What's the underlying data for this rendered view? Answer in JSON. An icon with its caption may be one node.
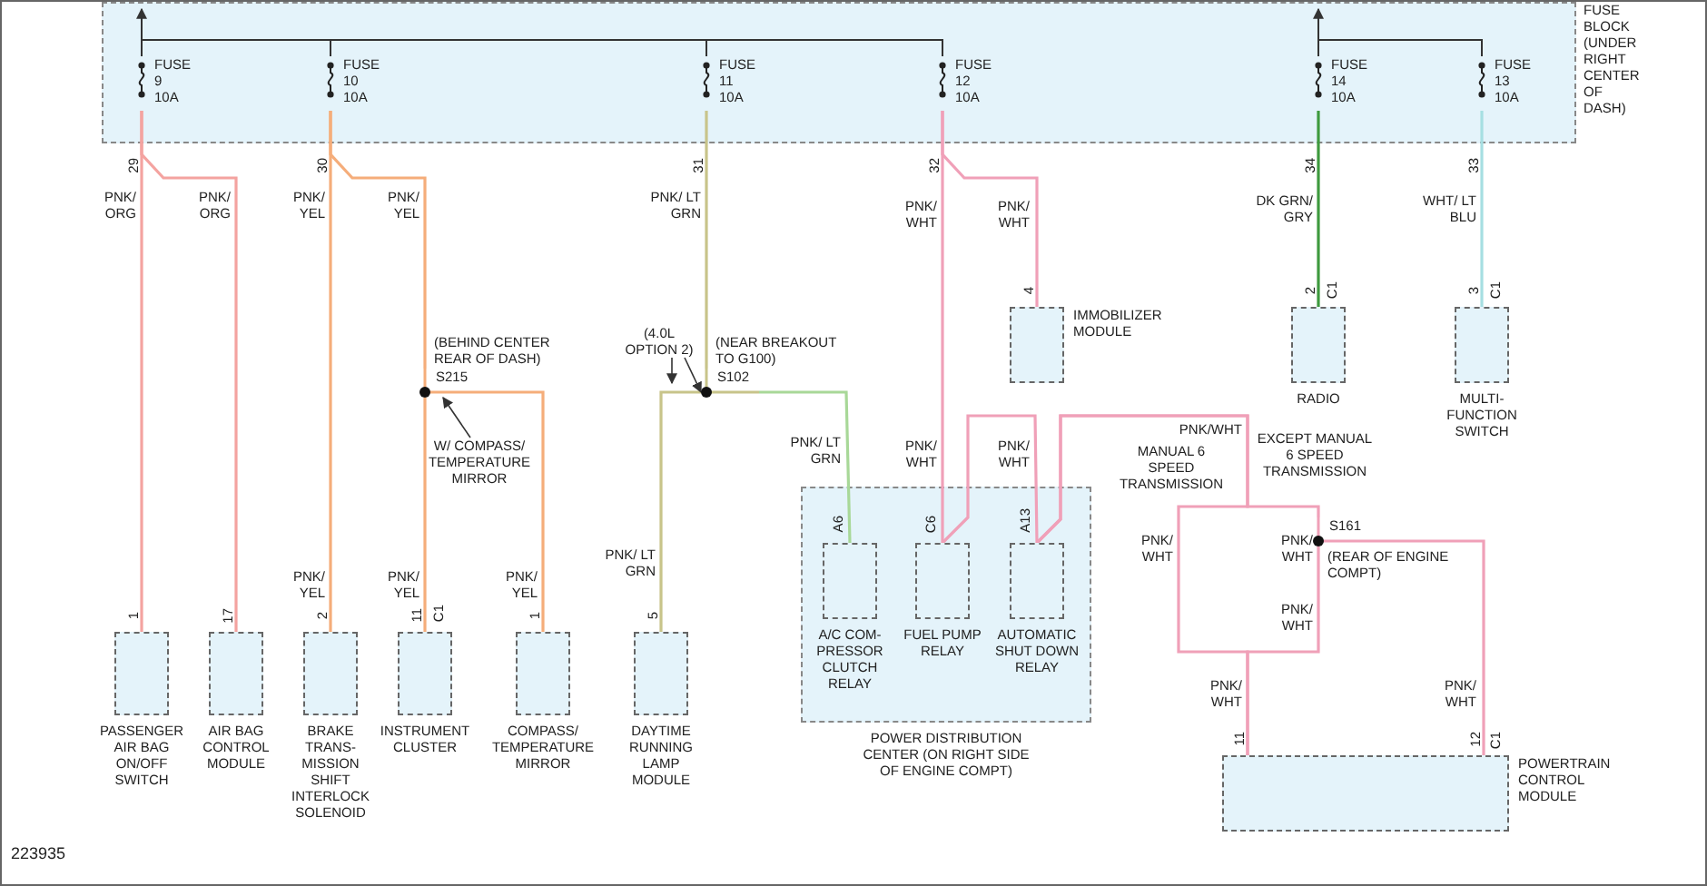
{
  "diagram": {
    "nodes": [
      {
        "text": [
          "FUSE BLOCK (UNDER RIGHT CENTER OF DASH)"
        ]
      },
      {
        "text": [
          "FUSE 9 10A"
        ],
        "in": 0
      },
      {
        "text": [
          "FUSE 10 10A"
        ],
        "in": 0
      },
      {
        "text": [
          "FUSE 11 10A"
        ],
        "in": 0
      },
      {
        "text": [
          "FUSE 12 10A"
        ],
        "in": 0
      },
      {
        "text": [
          "FUSE 14 10A"
        ],
        "in": 0
      },
      {
        "text": [
          "FUSE 13 10A"
        ],
        "in": 0
      },
      {
        "text": [
          "S215"
        ],
        "beside": [
          "(BEHIND CENTER REAR OF DASH)"
        ]
      },
      {
        "text": [
          "(4.0L OPTION 2)"
        ]
      },
      {
        "text": [
          "S102"
        ],
        "beside": [
          "(NEAR BREAKOUT TO G100)"
        ]
      },
      {
        "text": [
          "IMMOBILIZER MODULE"
        ]
      },
      {
        "text": [
          "RADIO"
        ]
      },
      {
        "text": [
          "MULTI- FUNCTION SWITCH"
        ]
      },
      {
        "text": [
          "W/ COMPASS/ TEMPERATURE MIRROR"
        ]
      },
      {
        "text": [
          "POWER DISTRIBUTION CENTER (ON RIGHT SIDE OF ENGINE COMPT)"
        ]
      },
      {
        "text": [
          "A/C COM- PRESSOR CLUTCH RELAY"
        ],
        "in": 14
      },
      {
        "text": [
          "FUEL PUMP RELAY"
        ],
        "in": 14
      },
      {
        "text": [
          "AUTOMATIC SHUT DOWN RELAY"
        ],
        "in": 14
      },
      {
        "text": [
          "S161"
        ],
        "beside": [
          "(REAR OF ENGINE COMPT)"
        ]
      },
      {
        "text": [
          "PASSENGER AIR BAG ON/OFF SWITCH"
        ]
      },
      {
        "text": [
          "AIR BAG CONTROL MODULE"
        ]
      },
      {
        "text": [
          "BRAKE TRANS- MISSION SHIFT INTERLOCK SOLENOID"
        ]
      },
      {
        "text": [
          "INSTRUMENT CLUSTER"
        ]
      },
      {
        "text": [
          "COMPASS/ TEMPERATURE MIRROR"
        ]
      },
      {
        "text": [
          "DAYTIME RUNNING LAMP MODULE"
        ]
      },
      {
        "text": [
          "POWERTRAIN CONTROL MODULE"
        ]
      }
    ],
    "edges": [
      {
        "from": 1,
        "to": 19,
        "arrow": "none",
        "label": "PNK/ ORG",
        "color": "#f4a3a0"
      },
      {
        "from": 1,
        "to": 20,
        "arrow": "none",
        "label": "PNK/ ORG",
        "color": "#f4a3a0"
      },
      {
        "from": 2,
        "to": 21,
        "arrow": "none",
        "label": "PNK/ YEL",
        "color": "#f5ad7a"
      },
      {
        "from": 2,
        "to": 7,
        "arrow": "none",
        "label": "PNK/ YEL",
        "color": "#f5ad7a"
      },
      {
        "from": 7,
        "to": 22,
        "arrow": "none",
        "label": "PNK/ YEL",
        "color": "#f5ad7a"
      },
      {
        "from": 7,
        "to": 23,
        "arrow": "none",
        "label": "PNK/ YEL",
        "color": "#f5ad7a"
      },
      {
        "from": 3,
        "to": 9,
        "arrow": "none",
        "label": "PNK/ LT GRN",
        "color": "#c8c48a"
      },
      {
        "from": 9,
        "to": 24,
        "arrow": "none",
        "label": "PNK/ LT GRN",
        "color": "#c8c48a"
      },
      {
        "from": 9,
        "to": 15,
        "arrow": "none",
        "label": "PNK/ LT GRN",
        "color": "#a8d898"
      },
      {
        "from": 4,
        "to": 16,
        "arrow": "none",
        "label": "PNK/ WHT",
        "color": "#f0a0b8"
      },
      {
        "from": 4,
        "to": 10,
        "arrow": "none",
        "label": "PNK/ WHT",
        "color": "#f0a0b8"
      },
      {
        "from": 16,
        "to": 17,
        "arrow": "none",
        "label": "PNK/ WHT",
        "color": "#f0a0b8"
      },
      {
        "from": 17,
        "to": 25,
        "arrow": "none",
        "label": "PNK/ WHT",
        "color": "#f0a0b8"
      },
      {
        "from": 17,
        "to": 18,
        "arrow": "none",
        "label": "PNK/ WHT",
        "color": "#f0a0b8"
      },
      {
        "from": 18,
        "to": 25,
        "arrow": "none",
        "label": "PNK/ WHT",
        "color": "#f0a0b8"
      },
      {
        "from": 18,
        "to": 25,
        "arrow": "none",
        "label": "PNK/ WHT",
        "color": "#f0a0b8"
      },
      {
        "from": 5,
        "to": 11,
        "arrow": "none",
        "label": "DK GRN/ GRY",
        "color": "#3e9a3e"
      },
      {
        "from": 6,
        "to": 12,
        "arrow": "none",
        "label": "WHT/ LT BLU",
        "color": "#a6dfe2"
      },
      {
        "from": 1,
        "to": 2,
        "arrow": "none"
      },
      {
        "from": 2,
        "to": 3,
        "arrow": "none"
      },
      {
        "from": 3,
        "to": 4,
        "arrow": "none"
      },
      {
        "from": 5,
        "to": 6,
        "arrow": "none"
      },
      {
        "from": 1,
        "to": null,
        "arrow": "to"
      },
      {
        "from": 5,
        "to": null,
        "arrow": "to"
      },
      {
        "from": 13,
        "to": 7,
        "arrow": "to"
      },
      {
        "from": 8,
        "to": 9,
        "arrow": "to"
      },
      {
        "from": 8,
        "to": null,
        "arrow": "to"
      }
    ],
    "labels": [
      "29",
      "30",
      "31",
      "32",
      "34",
      "33",
      "4",
      "2",
      "C1",
      "3",
      "C1",
      "PNK/WHT",
      "MANUAL 6 SPEED TRANSMISSION",
      "EXCEPT MANUAL 6 SPEED TRANSMISSION",
      "PNK/ WHT",
      "A6",
      "C6",
      "A13",
      "PNK/ YEL",
      "PNK/ WHT",
      "1",
      "17",
      "2",
      "11",
      "C1",
      "1",
      "5",
      "11",
      "12",
      "C1",
      "223935"
    ]
  }
}
